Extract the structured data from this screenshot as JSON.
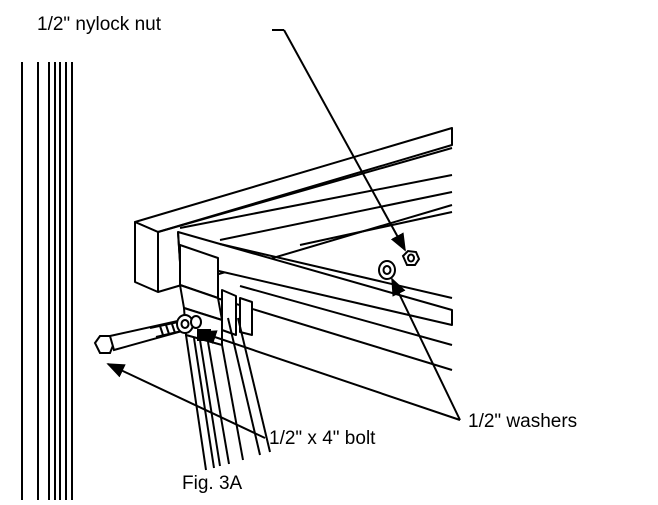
{
  "labels": {
    "nut": "1/2\" nylock nut",
    "washers": "1/2\" washers",
    "bolt": "1/2\" x 4\" bolt"
  },
  "caption": "Fig. 3A"
}
